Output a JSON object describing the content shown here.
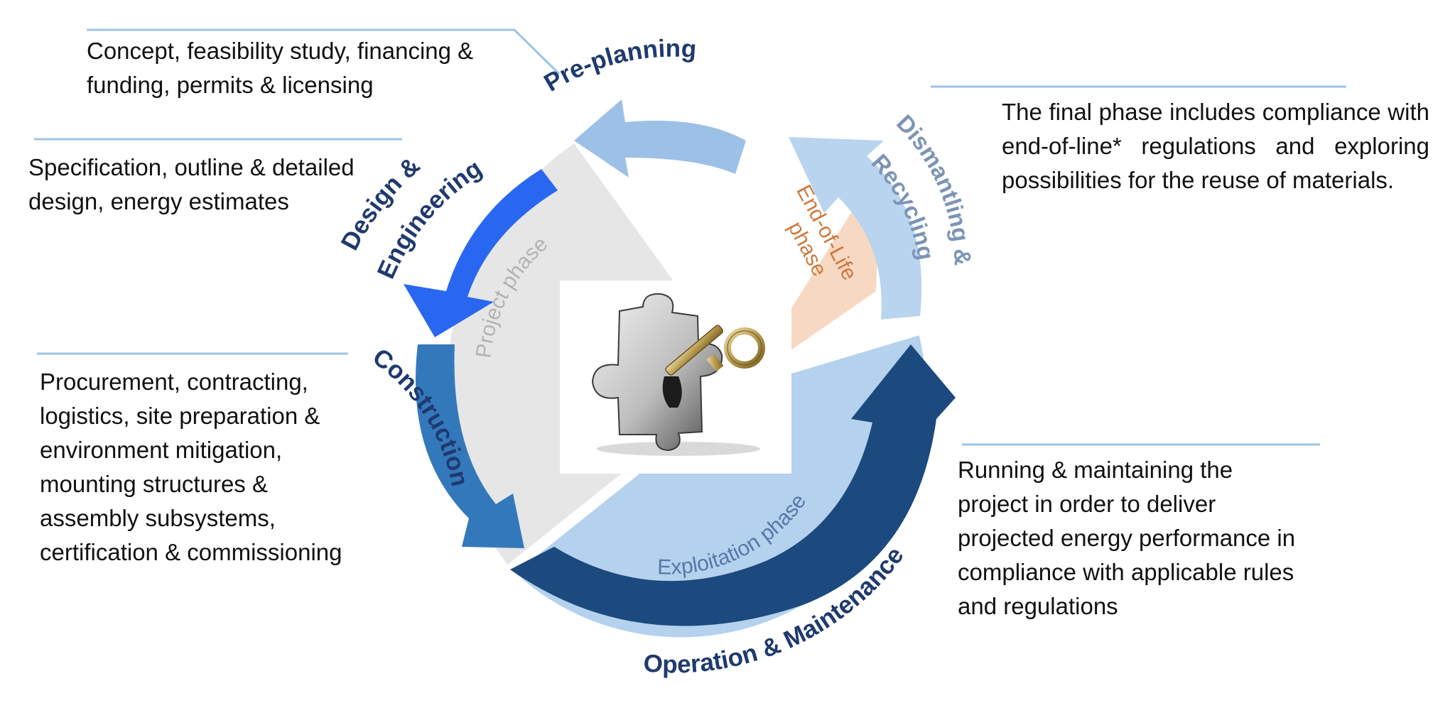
{
  "phases": {
    "pre_planning": "Pre-planning",
    "design_line1": "Design &",
    "design_line2": "Engineering",
    "construction": "Construction",
    "operation": "Operation & Maintenance",
    "dismantling_line1": "Dismantling &",
    "dismantling_line2": "Recycling"
  },
  "inner_phases": {
    "project": "Project phase",
    "exploitation": "Exploitation phase",
    "eol_line1": "End-of-Life",
    "eol_line2": "phase"
  },
  "descriptions": {
    "pre_planning": [
      "Concept, feasibility study, financing &",
      "funding, permits & licensing"
    ],
    "design": [
      "Specification, outline & detailed",
      "design, energy estimates"
    ],
    "construction": [
      "Procurement, contracting,",
      "logistics, site preparation &",
      "environment mitigation,",
      "mounting structures &",
      "assembly subsystems,",
      "certification & commissioning"
    ],
    "dismantling": "The final phase includes compliance with end-of-line* regulations and exploring possibilities for the reuse of materials.",
    "operation": [
      "Running & maintaining the",
      "project in order to deliver",
      "projected energy performance in",
      "compliance with applicable rules",
      "and regulations"
    ]
  },
  "colors": {
    "pre_planning": "#9dc1e6",
    "design": "#2a67f0",
    "construction": "#3478bc",
    "operation": "#1c4a7e",
    "dismantling": "#b8d4ee",
    "project_phase": "#e6e6e6",
    "exploitation_phase": "#b4d1ee",
    "eol_phase": "#f7d8c2",
    "title_text": "#1f3a6e",
    "connector": "#9dc3e6"
  },
  "icons": {
    "center": "puzzle-key-icon"
  }
}
